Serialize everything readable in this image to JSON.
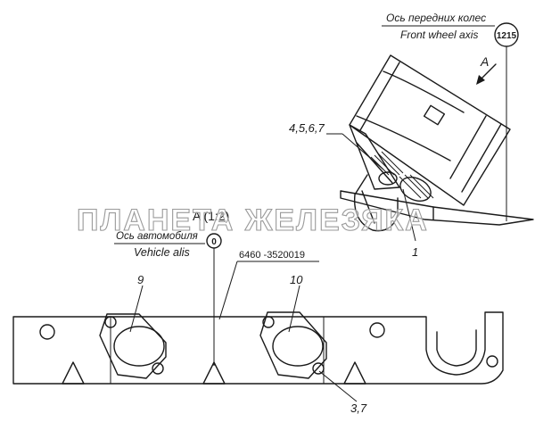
{
  "front_axis": {
    "ru": "Ось передних колес",
    "en": "Front wheel axis",
    "ref": "1215"
  },
  "view_arrow_label": "A",
  "view_title": "A (1:2)",
  "vehicle_axis": {
    "ru": "Ось автомобиля",
    "en": "Vehicle alis",
    "ref": "0"
  },
  "part_number": "6460 -3520019",
  "callouts": {
    "upper_group": "4,5,6,7",
    "item_1": "1",
    "item_9": "9",
    "item_10": "10",
    "item_37": "3,7"
  },
  "watermark": "ПЛАНЕТА ЖЕЛЕЗЯКА",
  "colors": {
    "ink": "#1a1a1a",
    "watermark_outline": "#9a9a9a"
  }
}
